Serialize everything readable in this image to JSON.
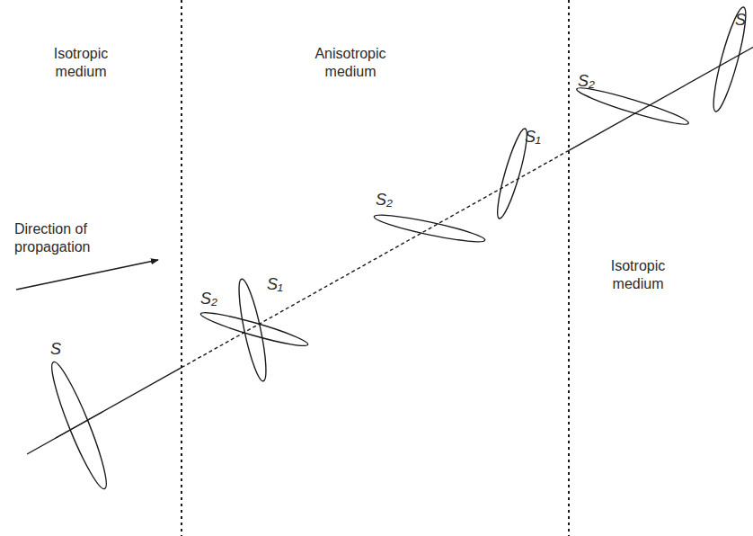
{
  "diagram": {
    "labels": [
      "Isotropic medium",
      "Anisotropic medium",
      "Direction of propagation",
      "Isotropic medium",
      "S",
      "S₂",
      "S₁",
      "S₂",
      "S₁",
      "S₂",
      "S"
    ]
  }
}
